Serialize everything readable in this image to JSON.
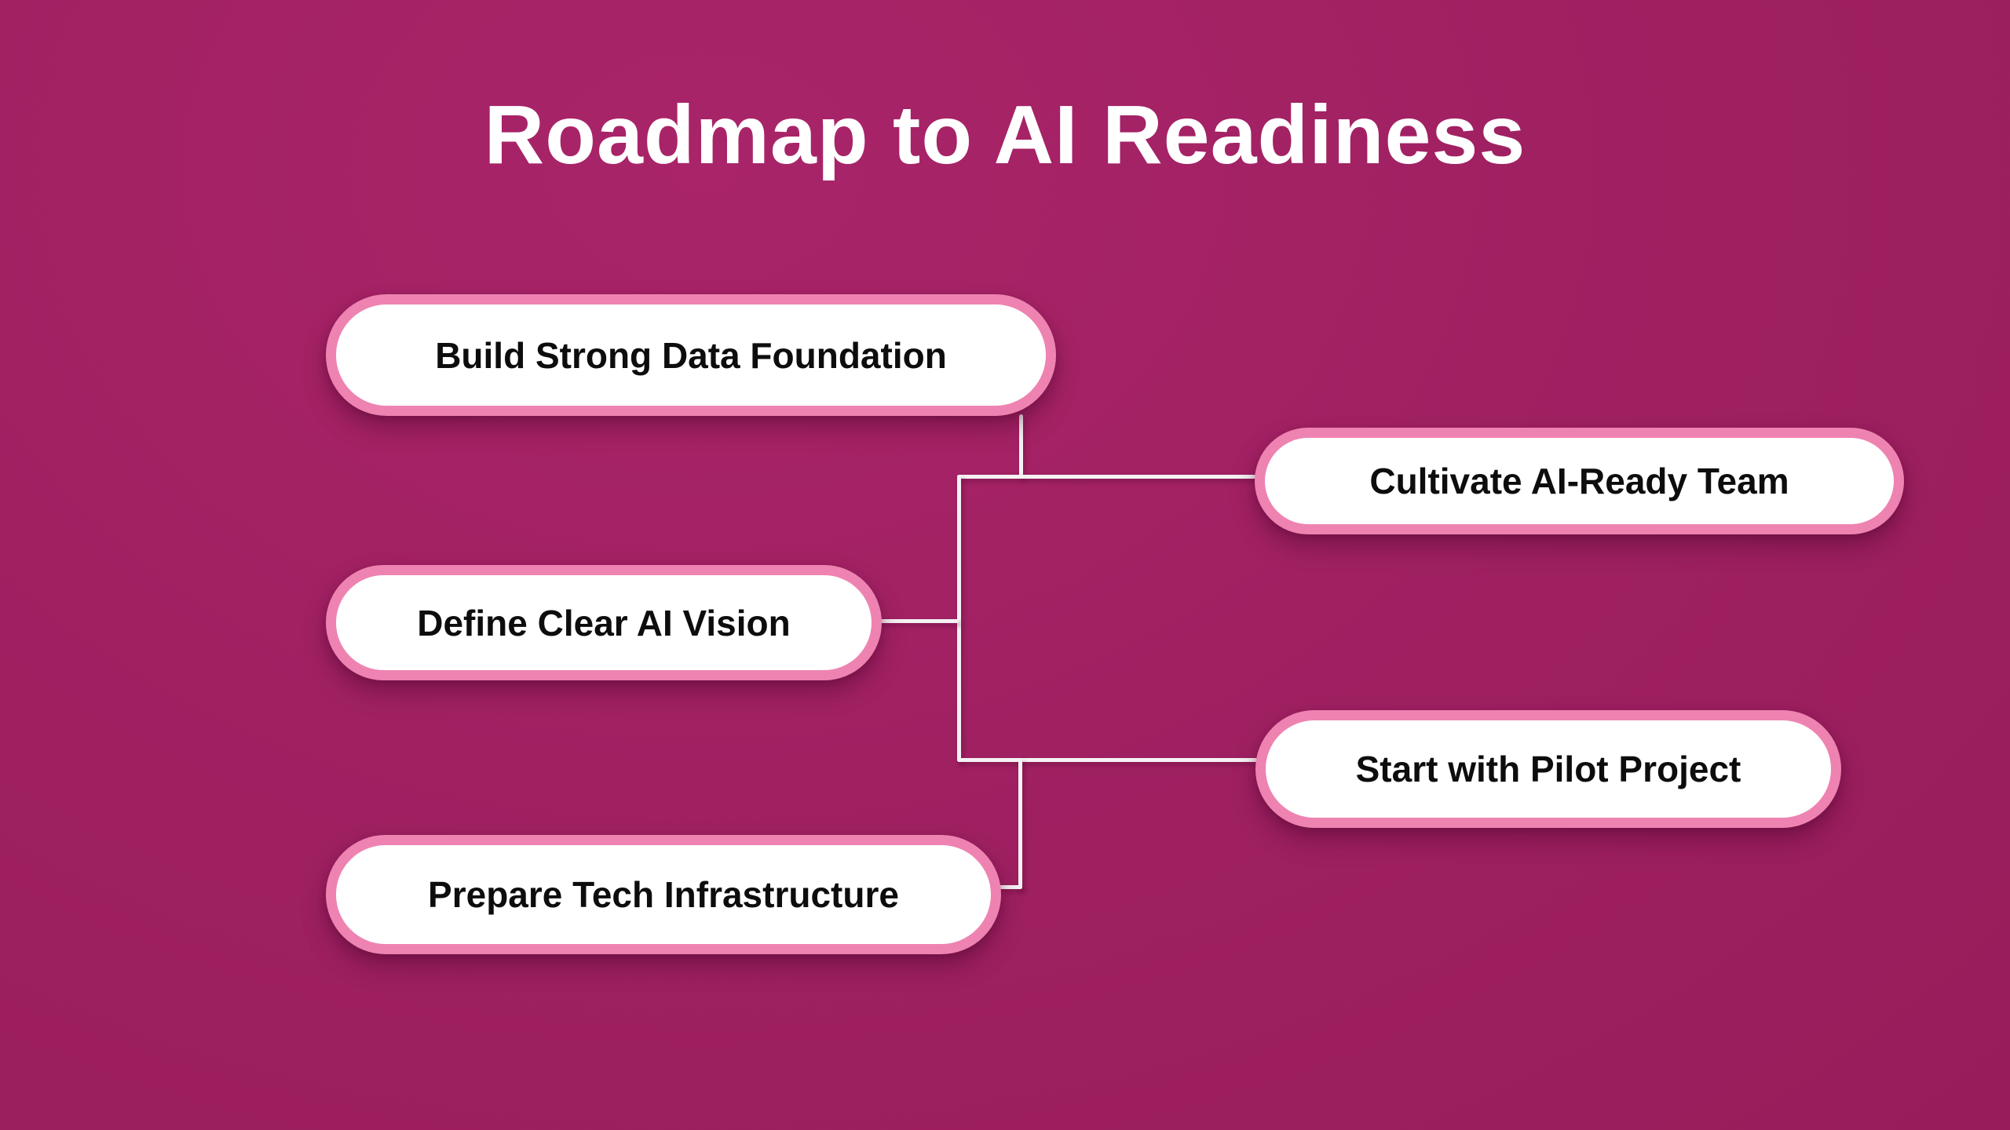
{
  "title": "Roadmap to AI Readiness",
  "nodes": [
    {
      "label": "Build Strong Data Foundation",
      "side": "left"
    },
    {
      "label": "Cultivate AI-Ready Team",
      "side": "right"
    },
    {
      "label": "Define Clear AI Vision",
      "side": "left"
    },
    {
      "label": "Start with Pilot Project",
      "side": "right"
    },
    {
      "label": "Prepare Tech Infrastructure",
      "side": "left"
    }
  ],
  "connections": {
    "type": "elbow-junction",
    "from_left": [
      "Build Strong Data Foundation",
      "Define Clear AI Vision",
      "Prepare Tech Infrastructure"
    ],
    "to_right": [
      "Cultivate AI-Ready Team",
      "Start with Pilot Project"
    ]
  },
  "colors": {
    "background": "#9e2061",
    "node_fill": "#ffffff",
    "node_border": "#ee83b1",
    "node_text": "#0d0d0d",
    "title_text": "#ffffff",
    "connector": "#f5f2f4"
  }
}
